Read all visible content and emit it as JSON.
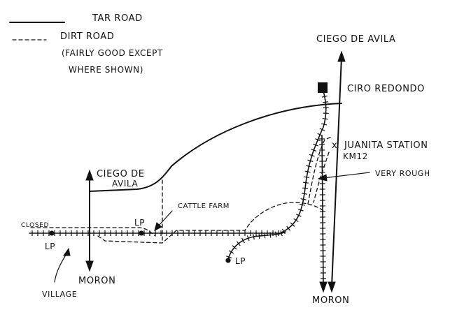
{
  "legend": {
    "tar_road": "TAR ROAD",
    "dirt_road": "DIRT ROAD",
    "dirt_note_1": "(FAIRLY GOOD EXCEPT",
    "dirt_note_2": "WHERE SHOWN)"
  },
  "labels": {
    "ciego_top": "CIEGO DE AVILA",
    "ciro_redondo": "CIRO REDONDO",
    "juanita_station": "JUANITA STATION",
    "km12": "KM12",
    "very_rough": "VERY ROUGH",
    "ciego_left_1": "CIEGO DE",
    "ciego_left_2": "AVILA",
    "cattle_farm": "CATTLE FARM",
    "closed": "CLOSED",
    "lp_left": "LP",
    "lp_mid": "LP",
    "lp_bottom": "LP",
    "moron_left": "MORON",
    "moron_bottom": "MORON",
    "village": "VILLAGE"
  },
  "colors": {
    "ink": "#111111",
    "paper": "#ffffff"
  }
}
